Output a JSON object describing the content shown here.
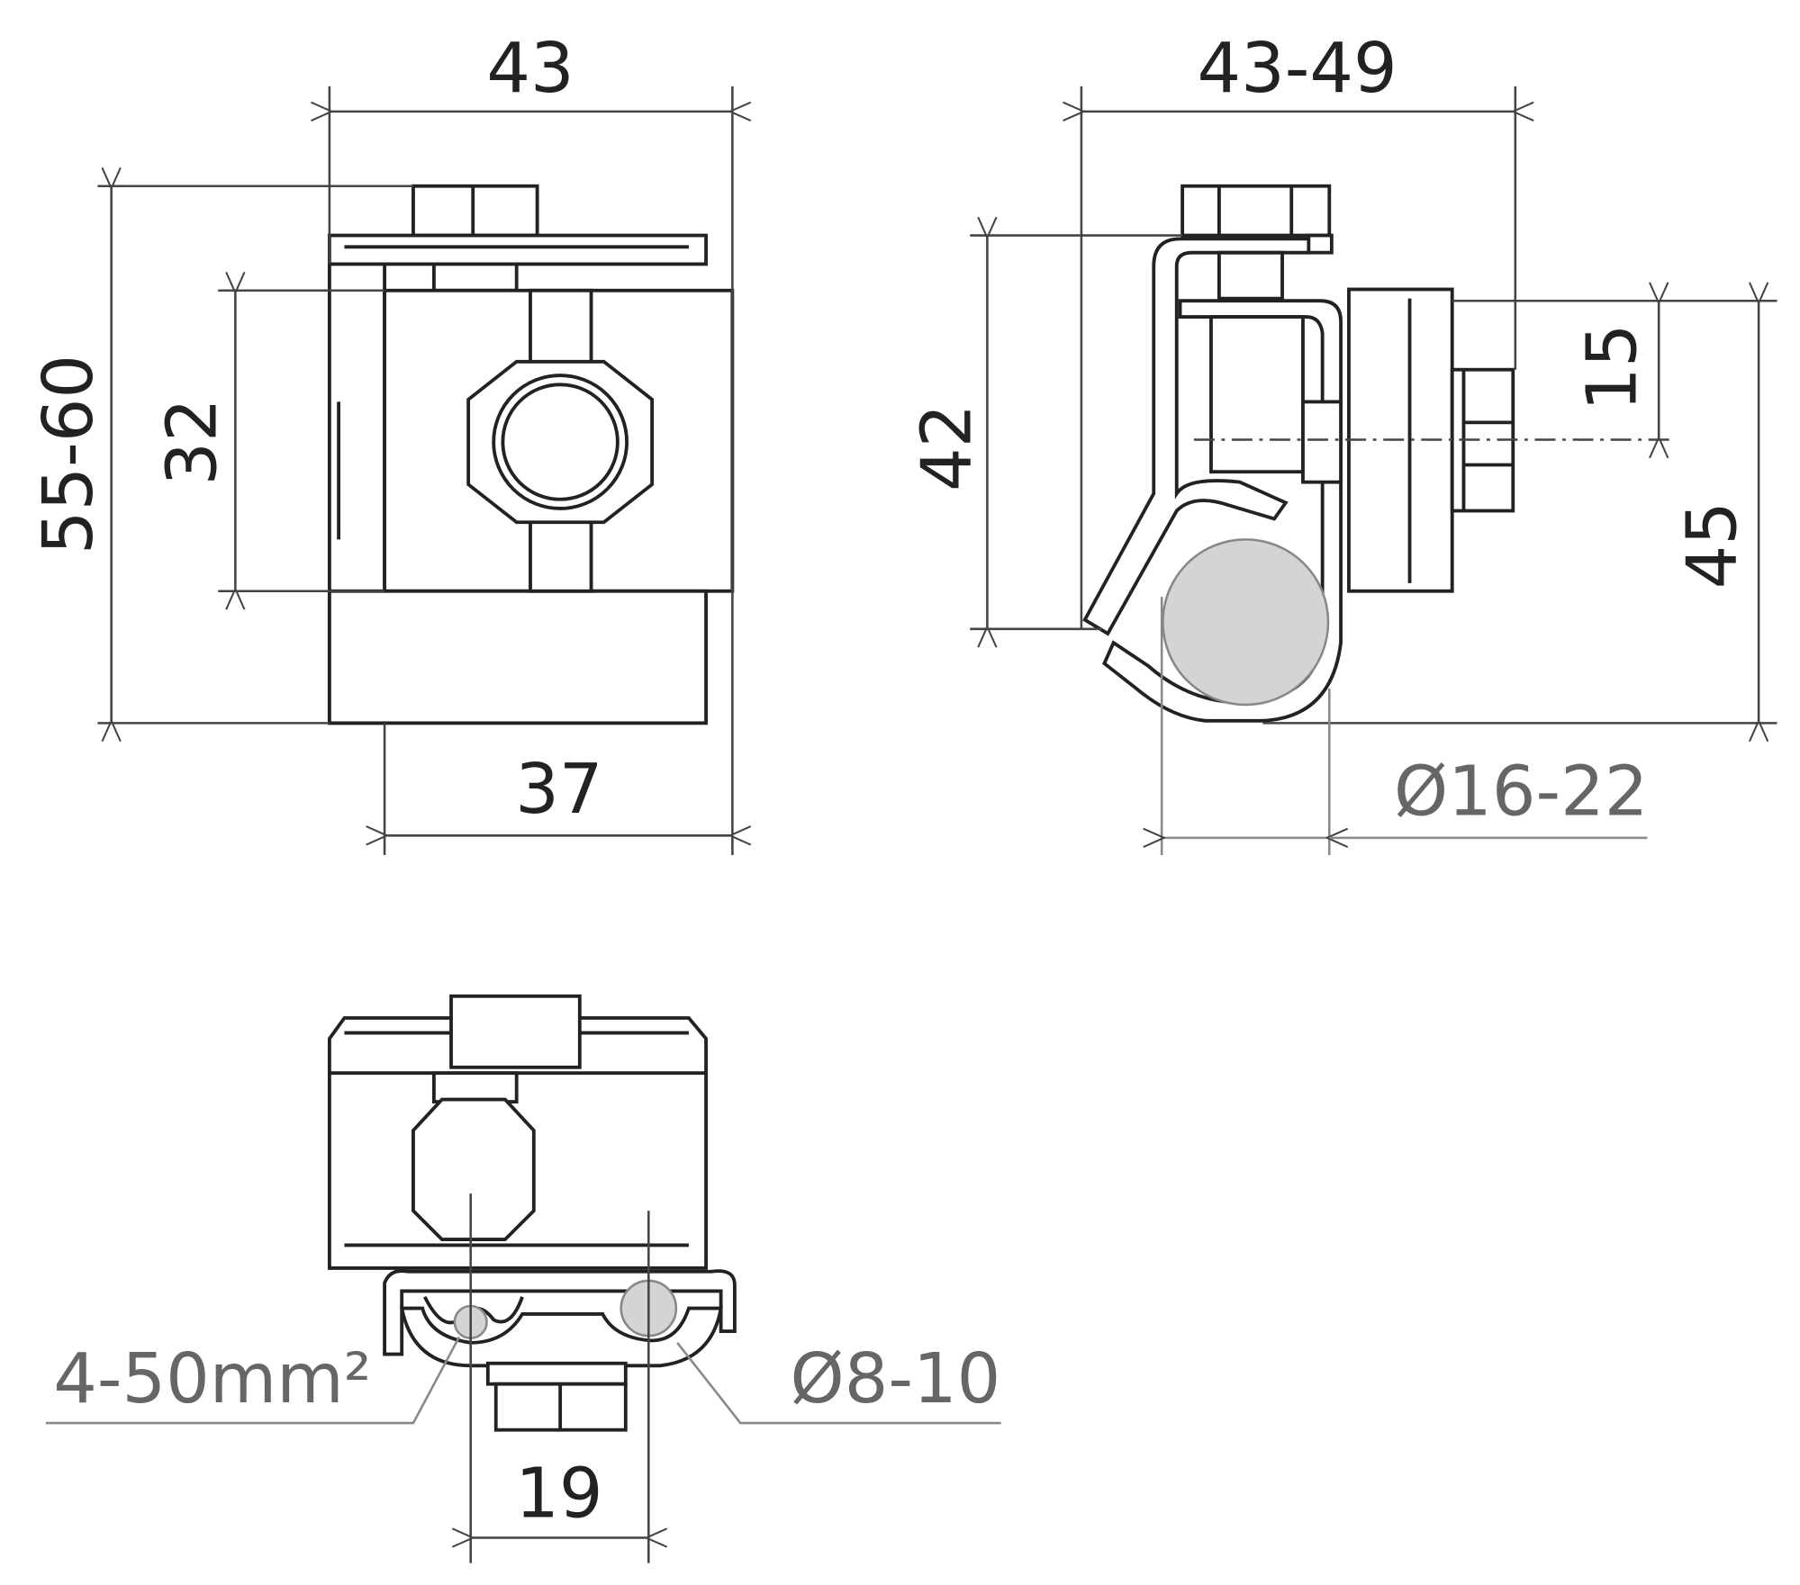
{
  "dimensions": {
    "front_width": "43",
    "front_height": "55-60",
    "front_block_height": "32",
    "front_block_width": "37",
    "side_width": "43-49",
    "side_height_left": "42",
    "side_offset": "15",
    "side_height_right": "45",
    "side_pipe_diameter": "Ø16-22",
    "bottom_conductor_section": "4-50mm²",
    "bottom_round_diameter": "Ø8-10",
    "bottom_spacing": "19"
  },
  "colors": {
    "line": "#222222",
    "dimension": "#444444",
    "conductor_fill": "#d4d4d4"
  }
}
